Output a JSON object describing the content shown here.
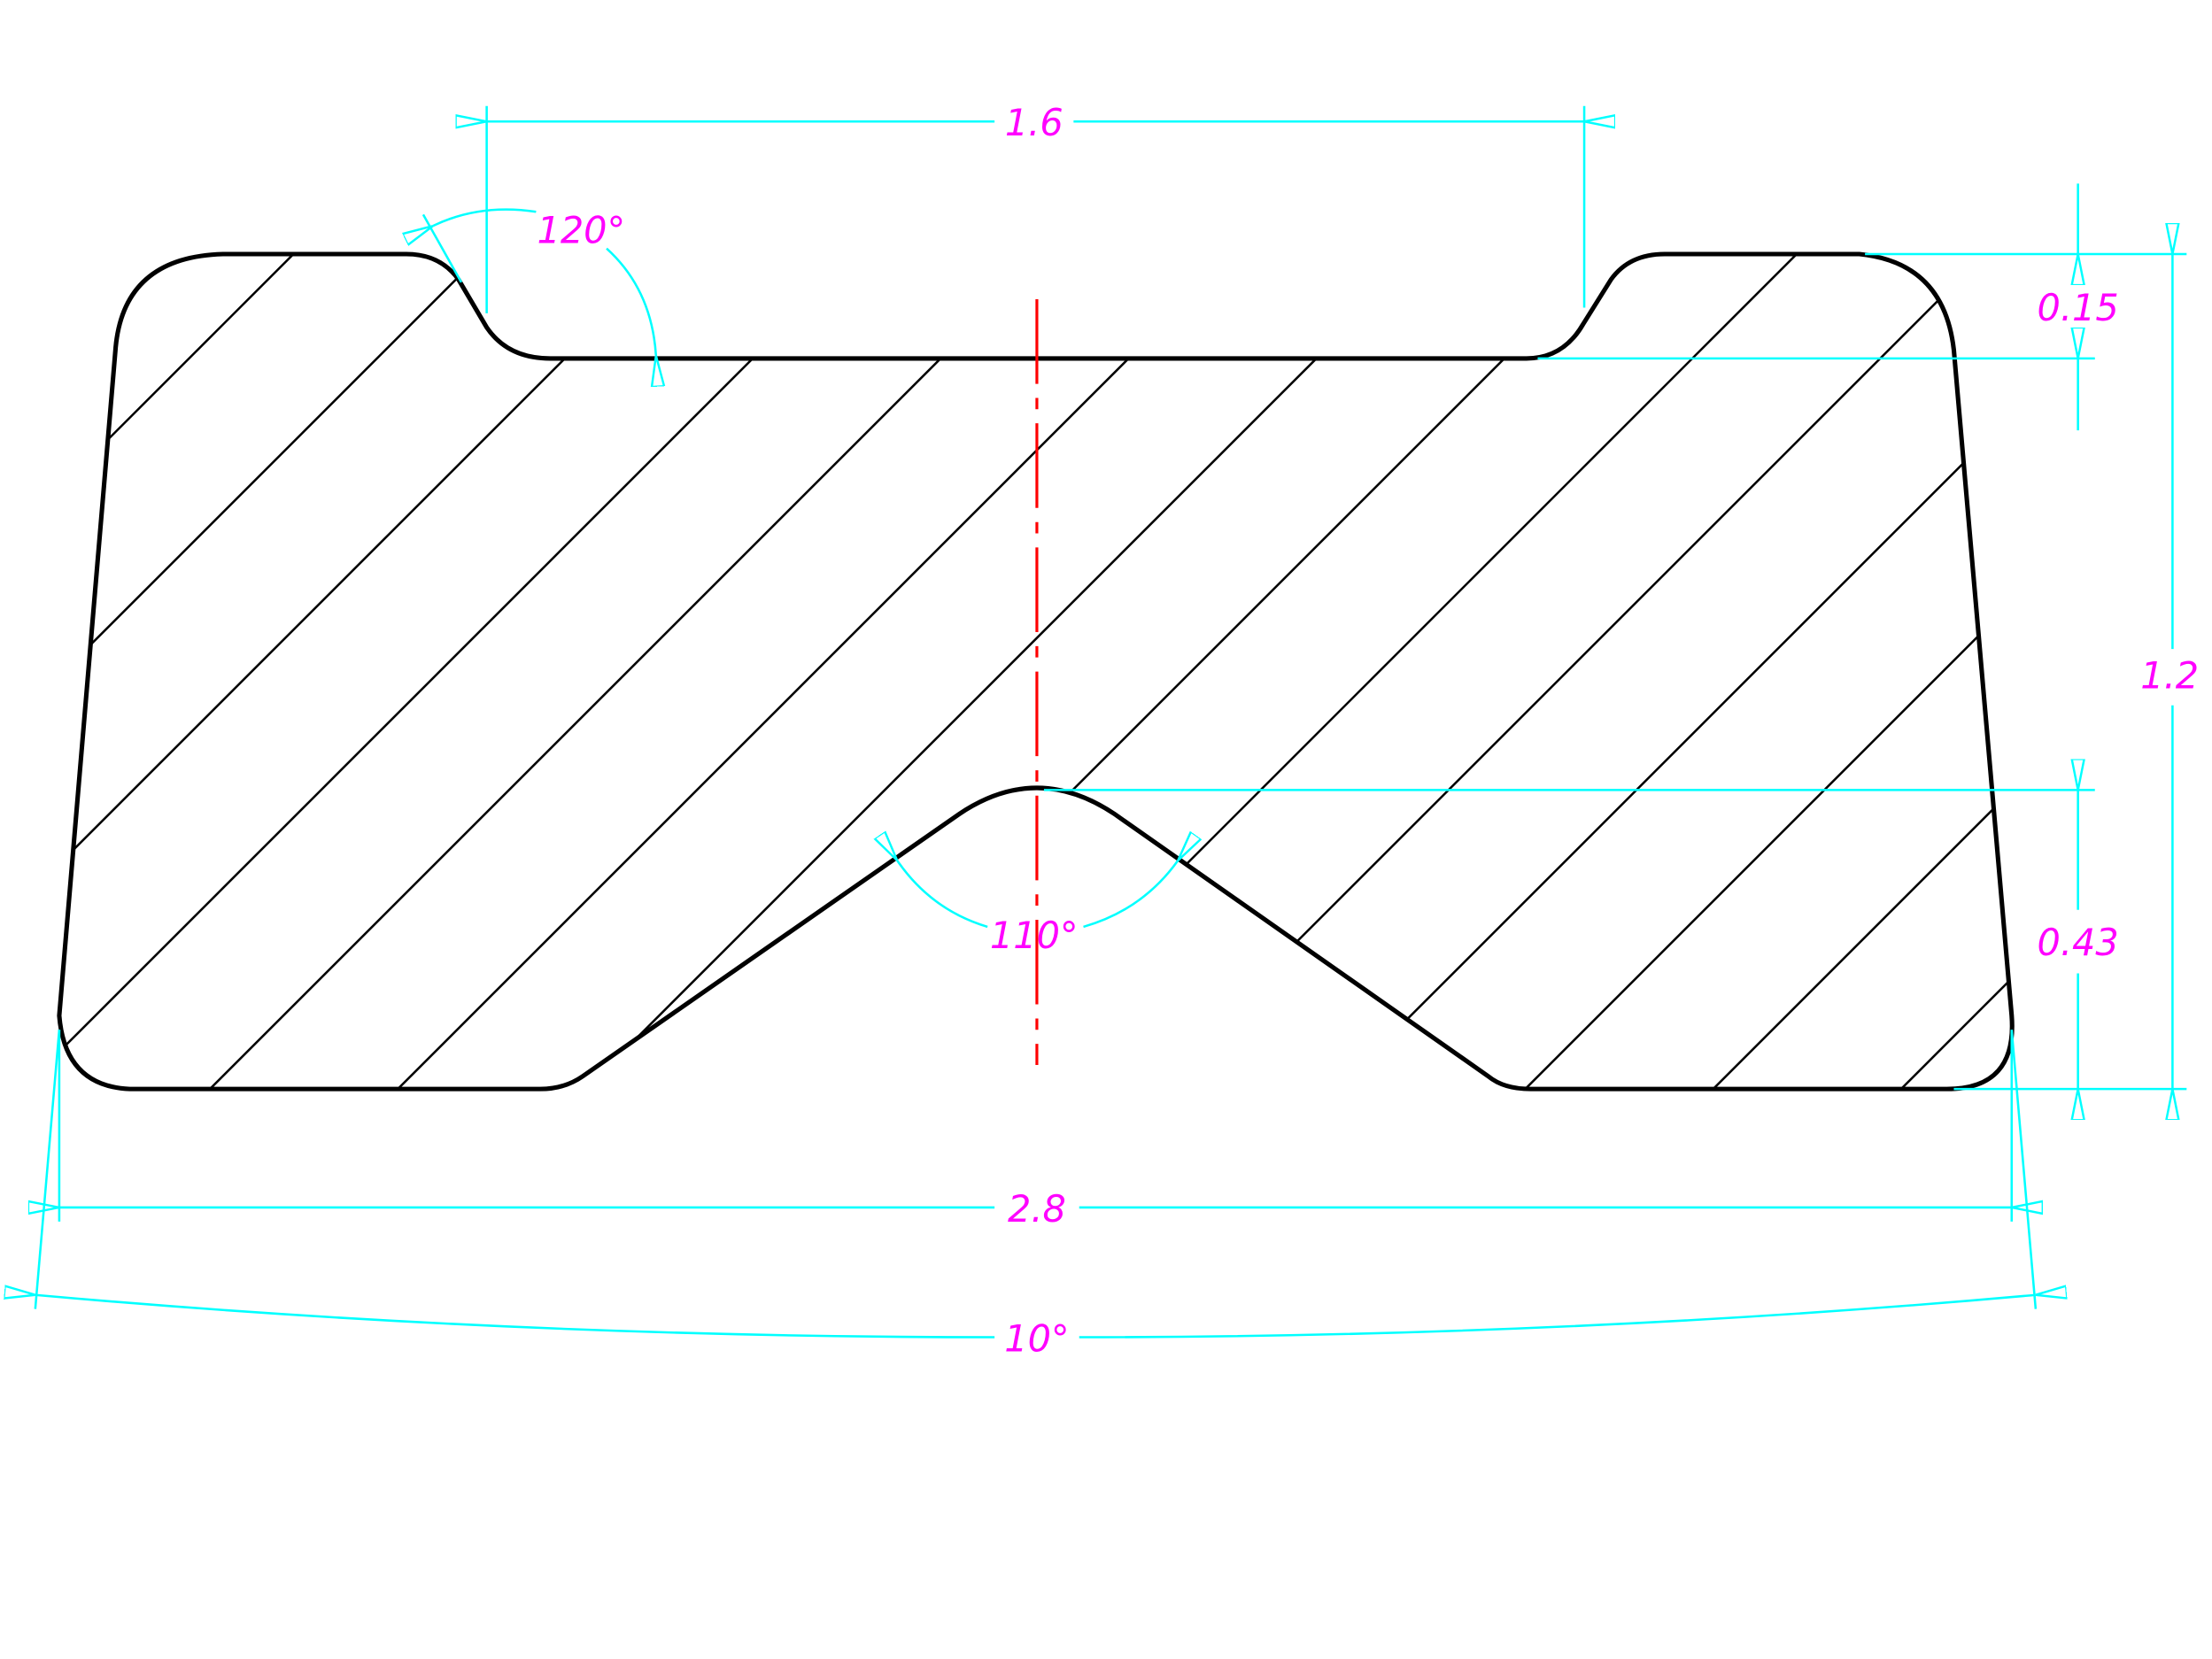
{
  "drawing": {
    "colors": {
      "outline": "#000000",
      "dimension": "#00FFFF",
      "dimension_text": "#FF00FF",
      "centerline": "#FF0000"
    },
    "dimensions": {
      "top_width": "1.6",
      "top_angle": "120°",
      "groove_depth": "0.15",
      "total_height": "1.2",
      "notch_height": "0.43",
      "notch_angle": "110°",
      "bottom_width": "2.8",
      "side_taper": "10°"
    }
  }
}
